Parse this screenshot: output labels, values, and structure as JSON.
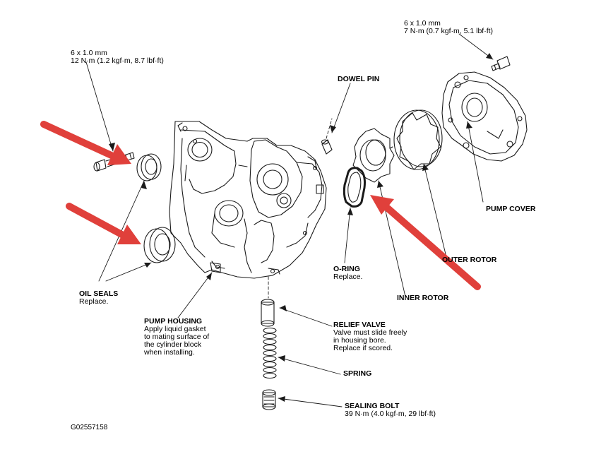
{
  "colors": {
    "arrow": "#e0403b",
    "line": "#1a1a1a",
    "background": "#ffffff"
  },
  "labels": {
    "bolt_top_right": {
      "spec": "6 x 1.0 mm",
      "torque": "7 N·m (0.7 kgf·m, 5.1 lbf·ft)"
    },
    "bolt_left": {
      "spec": "6 x 1.0 mm",
      "torque": "12 N·m (1.2 kgf·m, 8.7 lbf·ft)"
    },
    "dowel_pin": {
      "title": "DOWEL PIN"
    },
    "pump_cover": {
      "title": "PUMP COVER"
    },
    "outer_rotor": {
      "title": "OUTER ROTOR"
    },
    "o_ring": {
      "title": "O-RING",
      "note": "Replace."
    },
    "inner_rotor": {
      "title": "INNER ROTOR"
    },
    "oil_seals": {
      "title": "OIL SEALS",
      "note": "Replace."
    },
    "pump_housing": {
      "title": "PUMP HOUSING",
      "notes": [
        "Apply liquid gasket",
        "to mating surface of",
        "the cylinder block",
        "when installing."
      ]
    },
    "relief_valve": {
      "title": "RELIEF VALVE",
      "notes": [
        "Valve must slide freely",
        "in housing bore.",
        "Replace if scored."
      ]
    },
    "spring": {
      "title": "SPRING"
    },
    "sealing_bolt": {
      "title": "SEALING BOLT",
      "torque": "39 N·m (4.0 kgf·m, 29 lbf·ft)"
    },
    "figure_code": "G02557158"
  }
}
